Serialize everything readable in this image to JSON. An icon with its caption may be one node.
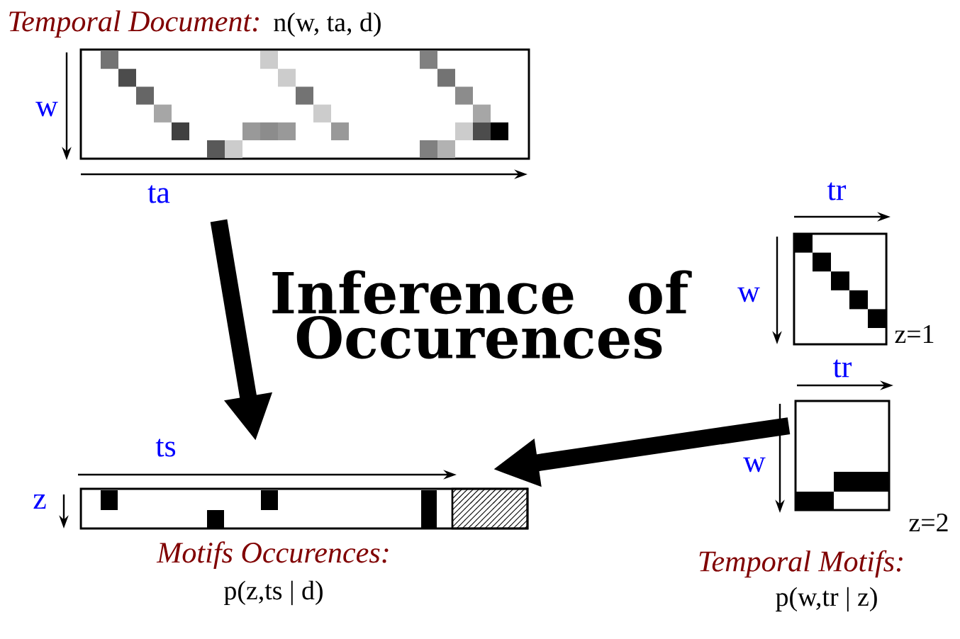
{
  "diagram": {
    "nodes": [
      {
        "text": [
          "Temporal Document:",
          "n(w, ta, d)"
        ]
      },
      {
        "text": [],
        "shape": "box",
        "beside": [
          "z=1"
        ]
      },
      {
        "text": [],
        "shape": "box",
        "beside": [
          "z=2"
        ]
      },
      {
        "text": [
          "Motifs Occurences:",
          "p(z,ts | d)"
        ]
      }
    ],
    "edges": [
      {
        "from": 0,
        "to": 3,
        "arrow": "to"
      },
      {
        "from": 2,
        "to": 3,
        "arrow": "to"
      }
    ],
    "labels": [
      "w",
      "ta",
      "tr",
      "w",
      "Inference of Occurences",
      "tr",
      "w",
      "ts",
      "z",
      "Temporal Motifs:",
      "p(w,tr | z)"
    ]
  }
}
